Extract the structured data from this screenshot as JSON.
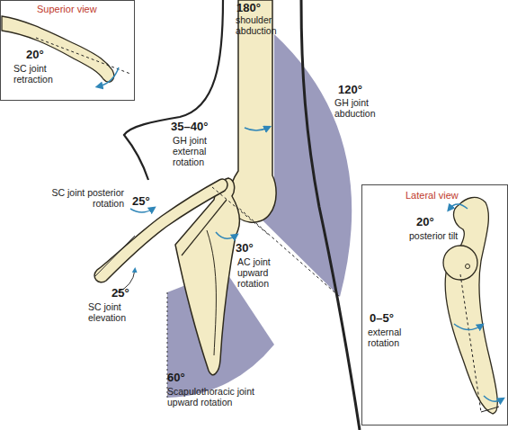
{
  "diagram": {
    "nodes": [
      {
        "text": [
          "Superior view",
          "20°",
          "SC joint retraction"
        ]
      },
      {
        "text": [
          "Lateral view",
          "20°",
          "posterior tilt",
          "0–5°",
          "external rotation"
        ]
      }
    ],
    "labels": [
      "180°",
      "shoulder abduction",
      "120°",
      "GH joint abduction",
      "35–40°",
      "GH joint external rotation",
      "SC joint posterior rotation",
      "25°",
      "30°",
      "AC joint upward rotation",
      "25°",
      "SC joint elevation",
      "60°",
      "Scapulothoracic joint upward rotation"
    ]
  }
}
